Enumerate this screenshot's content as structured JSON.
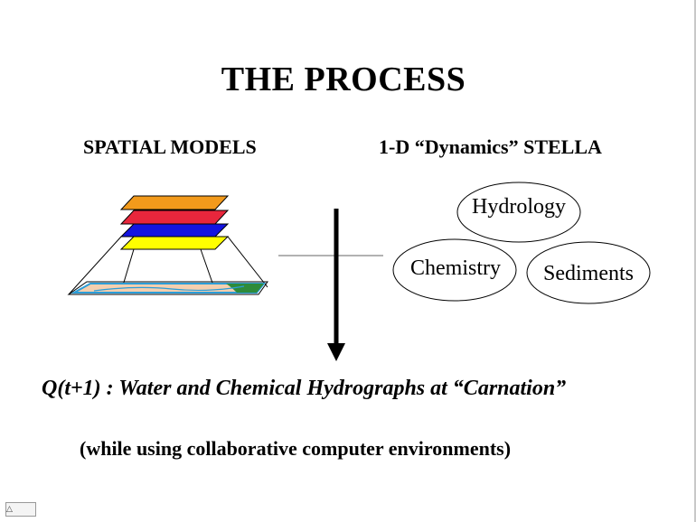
{
  "slide": {
    "title": "THE PROCESS",
    "left_heading": "SPATIAL MODELS",
    "right_heading": "1-D “Dynamics” STELLA",
    "bubbles": {
      "hydrology": "Hydrology",
      "chemistry": "Chemistry",
      "sediments": "Sediments"
    },
    "equation": "Q(t+1) : Water and Chemical Hydrographs at “Carnation”",
    "note": "(while using collaborative computer environments)"
  },
  "colors": {
    "layer_top": "#f29a1b",
    "layer_2": "#e8263c",
    "layer_3": "#1414e0",
    "layer_4": "#ffff00",
    "map_base": "#f5cfae",
    "map_border": "#2a9dd8",
    "map_green": "#2e8b3a"
  },
  "ui": {
    "corner_glyph": "△"
  }
}
